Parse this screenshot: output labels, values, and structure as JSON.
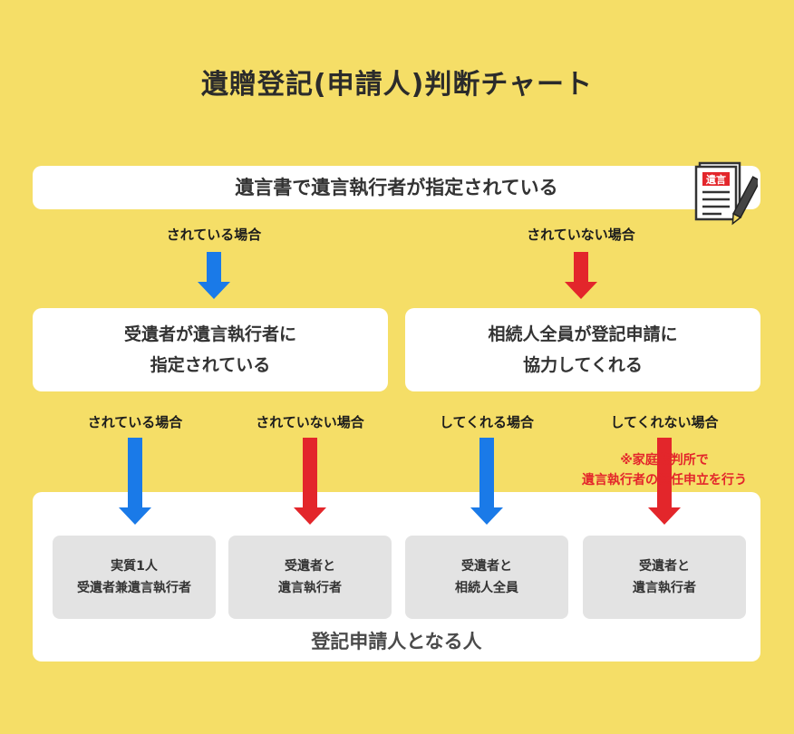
{
  "title": "遺贈登記(申請人)判断チャート",
  "top_question": "遺言書で遺言執行者が指定されている",
  "document_icon_label": "遺言",
  "branch_labels": {
    "yes_level1": "されている場合",
    "no_level1": "されていない場合",
    "yes_a": "されている場合",
    "no_a": "されていない場合",
    "yes_b": "してくれる場合",
    "no_b": "してくれない場合"
  },
  "middle_questions": {
    "left": [
      "受遺者が遺言執行者に",
      "指定されている"
    ],
    "right": [
      "相続人全員が登記申請に",
      "協力してくれる"
    ]
  },
  "note": [
    "※家庭裁判所で",
    "遺言執行者の選任申立を行う"
  ],
  "results": [
    [
      "実質1人",
      "受遺者兼遺言執行者"
    ],
    [
      "受遺者と",
      "遺言執行者"
    ],
    [
      "受遺者と",
      "相続人全員"
    ],
    [
      "受遺者と",
      "遺言執行者"
    ]
  ],
  "bottom_label": "登記申請人となる人",
  "colors": {
    "background": "#f5de67",
    "yes_arrow": "#1a7ae8",
    "no_arrow": "#e3262b",
    "result_box": "#e3e3e3"
  }
}
